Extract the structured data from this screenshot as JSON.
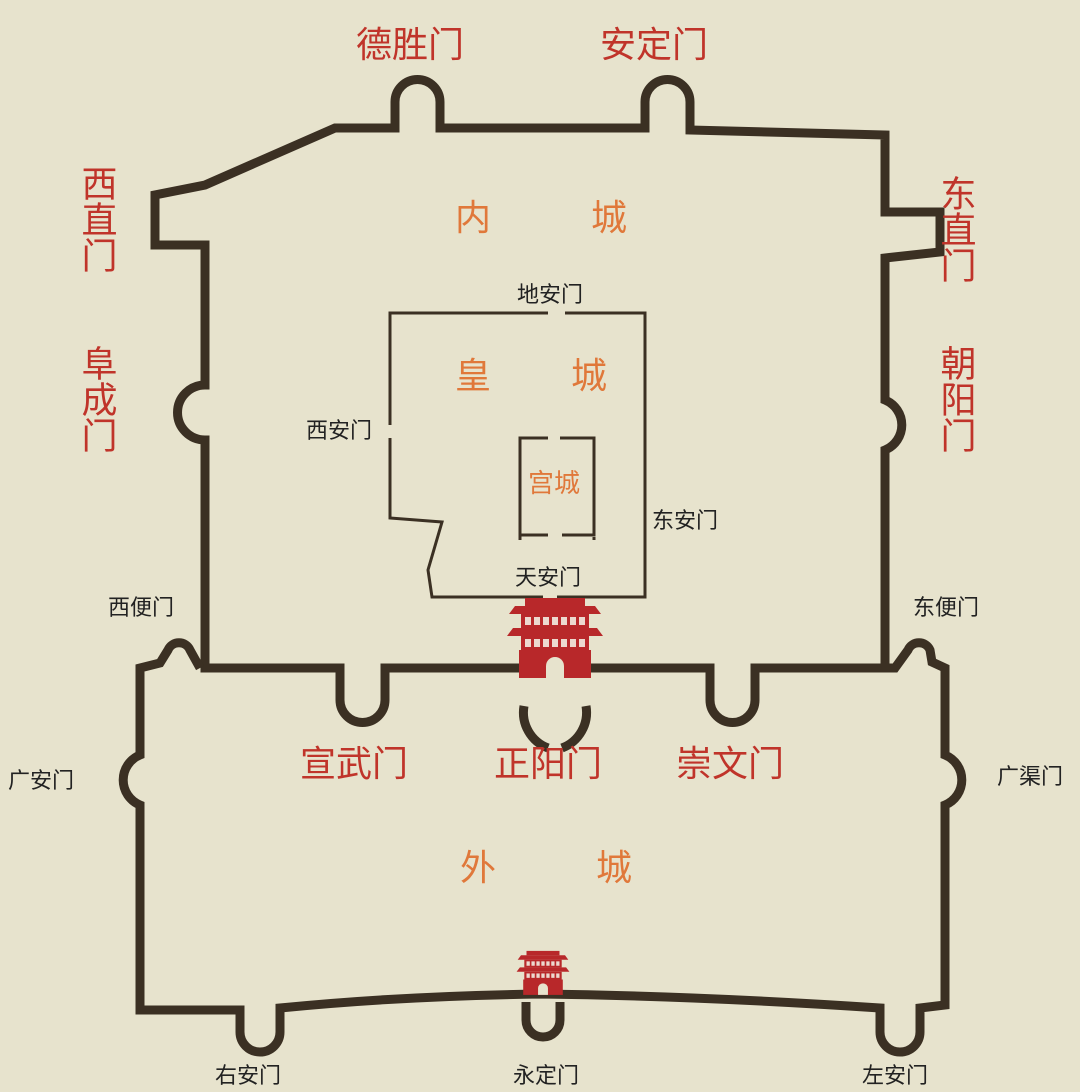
{
  "areas": {
    "inner_city": "内城",
    "imperial_city": "皇城",
    "palace_city": "宫城",
    "outer_city": "外城"
  },
  "inner_city_gates": {
    "desheng": "德胜门",
    "anding": "安定门",
    "xizhi": "西直门",
    "fucheng": "阜成门",
    "dongzhi": "东直门",
    "chaoyang": "朝阳门",
    "xuanwu": "宣武门",
    "zhengyang": "正阳门",
    "chongwen": "崇文门"
  },
  "imperial_city_gates": {
    "dian": "地安门",
    "xian": "西安门",
    "dongan": "东安门",
    "tianan": "天安门"
  },
  "outer_city_gates": {
    "xibian": "西便门",
    "dongbian": "东便门",
    "guangan": "广安门",
    "guangqu": "广渠门",
    "youan": "右安门",
    "yongding": "永定门",
    "zuoan": "左安门"
  },
  "colors": {
    "background": "#e7e3cd",
    "wall": "#3b3023",
    "gate_label": "#c0342a",
    "area_label": "#e0783a",
    "gate_building": "#b8282a"
  }
}
